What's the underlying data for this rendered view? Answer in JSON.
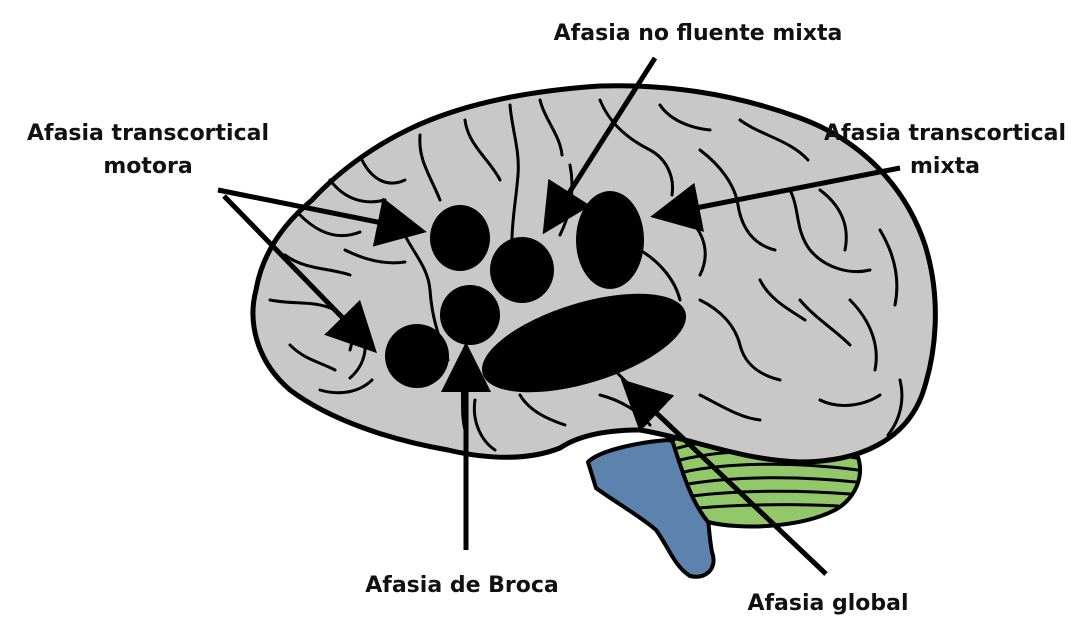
{
  "labels": {
    "no_fluente": "Afasia no fluente mixta",
    "tc_motora_1": "Afasia transcortical",
    "tc_motora_2": "motora",
    "tc_mixta_1": "Afasia transcortical",
    "tc_mixta_2": "mixta",
    "broca": "Afasia de Broca",
    "global": "Afasia global"
  },
  "colors": {
    "brain": "#c8c8c8",
    "outline": "#000000",
    "lesion": "#000000",
    "brainstem": "#5b83ad",
    "cerebellum": "#92c86a"
  }
}
